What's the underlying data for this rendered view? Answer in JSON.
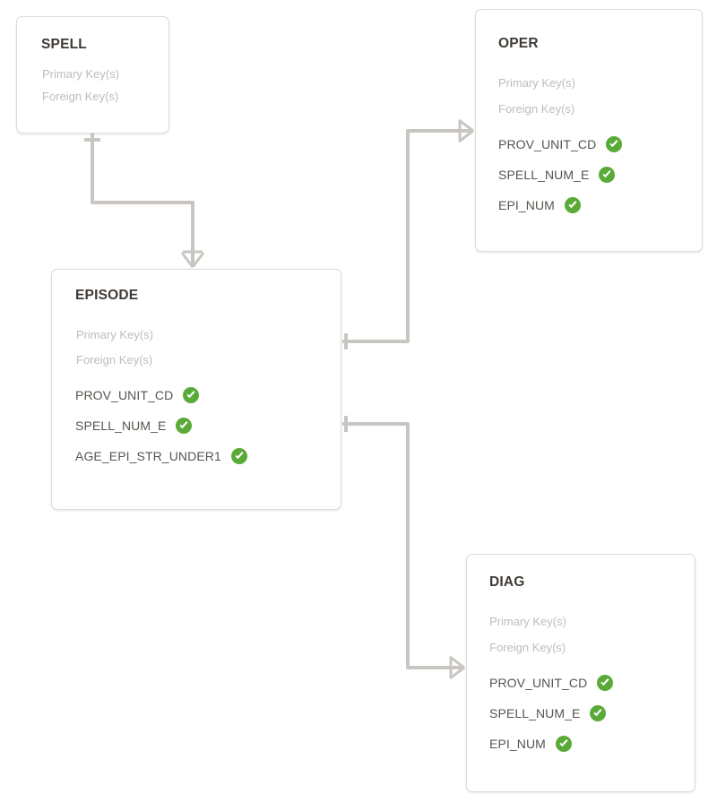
{
  "diagram": {
    "type": "entity-relationship-diagram",
    "notation": "crows-foot",
    "background": "#ffffff",
    "line_color": "#c9c6c2",
    "border_color": "#dcdcdc",
    "title_color": "#3f3a35",
    "field_color": "#58534e",
    "key_label_color": "#bdbdbd",
    "check_color": "#5aaa3a",
    "key_labels": {
      "primary": "Primary Key(s)",
      "foreign": "Foreign Key(s)"
    },
    "entities": [
      {
        "id": "spell",
        "name": "SPELL",
        "fields": []
      },
      {
        "id": "oper",
        "name": "OPER",
        "fields": [
          {
            "name": "PROV_UNIT_CD",
            "checked": true,
            "icon": "check-circle-icon"
          },
          {
            "name": "SPELL_NUM_E",
            "checked": true,
            "icon": "check-circle-icon"
          },
          {
            "name": "EPI_NUM",
            "checked": true,
            "icon": "check-circle-icon"
          }
        ]
      },
      {
        "id": "episode",
        "name": "EPISODE",
        "fields": [
          {
            "name": "PROV_UNIT_CD",
            "checked": true,
            "icon": "check-circle-icon"
          },
          {
            "name": "SPELL_NUM_E",
            "checked": true,
            "icon": "check-circle-icon"
          },
          {
            "name": "AGE_EPI_STR_UNDER1",
            "checked": true,
            "icon": "check-circle-icon"
          }
        ]
      },
      {
        "id": "diag",
        "name": "DIAG",
        "fields": [
          {
            "name": "PROV_UNIT_CD",
            "checked": true,
            "icon": "check-circle-icon"
          },
          {
            "name": "SPELL_NUM_E",
            "checked": true,
            "icon": "check-circle-icon"
          },
          {
            "name": "EPI_NUM",
            "checked": true,
            "icon": "check-circle-icon"
          }
        ]
      }
    ],
    "relationships": [
      {
        "id": "spell-episode",
        "from": "SPELL",
        "to": "EPISODE",
        "from_cardinality": "one",
        "to_cardinality": "many"
      },
      {
        "id": "episode-oper",
        "from": "EPISODE",
        "to": "OPER",
        "from_cardinality": "one",
        "to_cardinality": "many"
      },
      {
        "id": "episode-diag",
        "from": "EPISODE",
        "to": "DIAG",
        "from_cardinality": "one",
        "to_cardinality": "many"
      }
    ]
  }
}
